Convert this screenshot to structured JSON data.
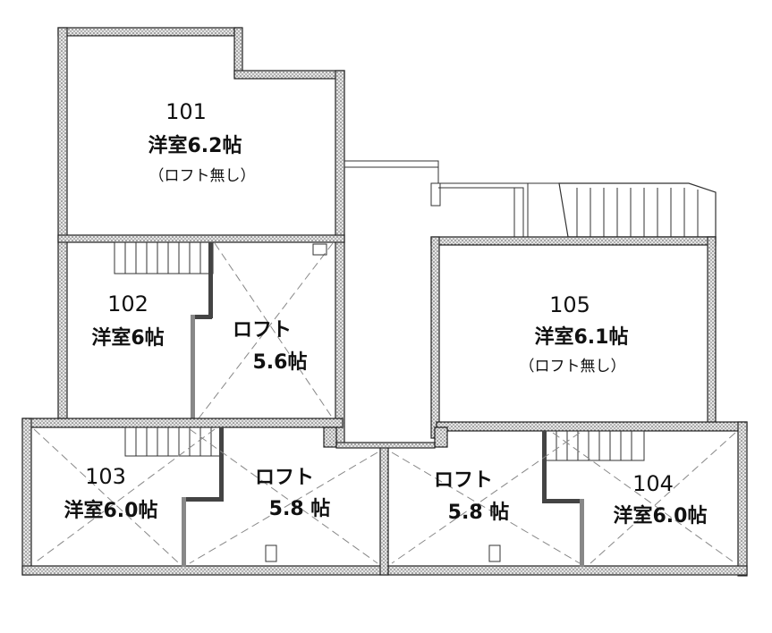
{
  "rooms": {
    "r101": {
      "number": "101",
      "type": "洋室6.2帖",
      "note": "（ロフト無し）"
    },
    "r102": {
      "number": "102",
      "type": "洋室6帖"
    },
    "r103": {
      "number": "103",
      "type": "洋室6.0帖"
    },
    "r104": {
      "number": "104",
      "type": "洋室6.0帖"
    },
    "r105": {
      "number": "105",
      "type": "洋室6.1帖",
      "note": "（ロフト無し）"
    }
  },
  "lofts": {
    "l102": {
      "label": "ロフト",
      "size": "5.6帖"
    },
    "l103": {
      "label": "ロフト",
      "size": "5.8 帖"
    },
    "l104": {
      "label": "ロフト",
      "size": "5.8 帖"
    }
  }
}
